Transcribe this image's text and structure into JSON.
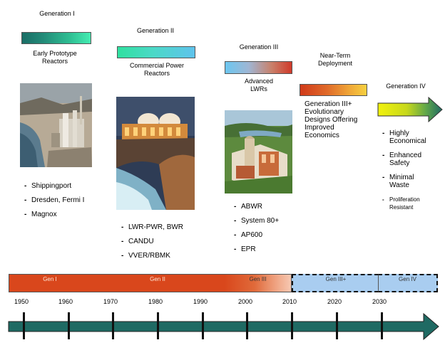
{
  "gen1": {
    "title": "Generation I",
    "caption": "Early Prototype Reactors",
    "items": [
      "Shippingport",
      "Dresden, Fermi I",
      "Magnox"
    ]
  },
  "gen2": {
    "title": "Generation II",
    "caption": "Commercial Power Reactors",
    "items": [
      "LWR-PWR, BWR",
      "CANDU",
      "VVER/RBMK"
    ]
  },
  "gen3": {
    "title": "Generation III",
    "caption": "Advanced LWRs",
    "items": [
      "ABWR",
      "System 80+",
      "AP600",
      "EPR"
    ]
  },
  "gen3plus": {
    "title": "Near-Term Deployment",
    "caption": "Generation III+ Evolutionary Designs Offering Improved Economics"
  },
  "gen4": {
    "title": "Generation IV",
    "items": [
      "Highly Economical",
      "Enhanced Safety",
      "Minimal Waste",
      "Proliferation Resistant"
    ]
  },
  "timeline": {
    "eras": [
      "Gen I",
      "Gen II",
      "Gen III",
      "Gen III+",
      "Gen IV"
    ],
    "years": [
      "1950",
      "1960",
      "1970",
      "1980",
      "1990",
      "2000",
      "2010",
      "2020",
      "2030"
    ]
  },
  "colors": {
    "gen1_bar": "#1a6e66",
    "gen2_bar": "#3fd6b0",
    "gen3_bar": "#d0402a",
    "gen3plus_bar": "#e08030",
    "gen4_bar": "#e8e820",
    "era_past": "#d9471c",
    "era_future": "#a9cdf0",
    "timeline_arrow": "#1f6a63"
  }
}
